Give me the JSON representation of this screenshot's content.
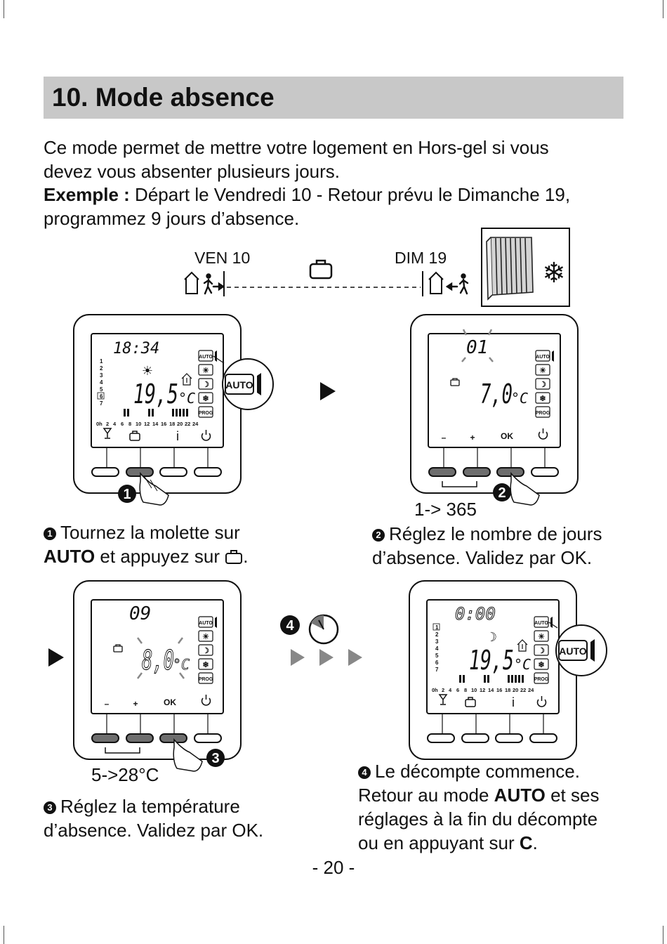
{
  "title": "10. Mode absence",
  "intro": {
    "line1": "Ce mode permet de mettre votre logement en Hors-gel si vous",
    "line2": "devez vous absenter plusieurs jours.",
    "example_label": "Exemple :",
    "example_text": " Départ le Vendredi 10 - Retour prévu le Dimanche 19,",
    "line4": "programmez 9 jours d’absence."
  },
  "timeline": {
    "start": "VEN 10",
    "end": "DIM 19"
  },
  "display": {
    "mode_buttons": [
      "AUTO",
      "☀",
      "☽",
      "❄",
      "PROG"
    ],
    "day_numbers": [
      "1",
      "2",
      "3",
      "4",
      "5",
      "6",
      "7"
    ],
    "hour_ticks": [
      "0h",
      "2",
      "4",
      "6",
      "8",
      "10",
      "12",
      "14",
      "16",
      "18",
      "20",
      "22",
      "24"
    ],
    "zoom_label": "AUTO",
    "key_minus": "–",
    "key_plus": "+",
    "key_ok": "OK",
    "key_info": "i"
  },
  "screens": {
    "s1": {
      "time": "18:34",
      "temp": "19,5",
      "unit": "°C"
    },
    "s2": {
      "value": "01",
      "temp": "7,0",
      "unit": "°C"
    },
    "s3": {
      "value": "09",
      "temp": "8,0",
      "unit": "°C"
    },
    "s4": {
      "time": "0:00",
      "temp": "19,5",
      "unit": "°C"
    }
  },
  "steps": {
    "badge1": "1",
    "badge2": "2",
    "badge3": "3",
    "badge4": "4",
    "bullet1": "1",
    "bullet2": "2",
    "bullet3": "3",
    "bullet4": "4",
    "range2": "1-> 365",
    "range3": "5->28°C",
    "step1_a": "Tournez la molette sur",
    "step1_bold": "AUTO",
    "step1_b": " et appuyez sur ",
    "step1_end": ".",
    "step2_a": "Réglez le nombre de jours",
    "step2_b": "d’absence. Validez par OK.",
    "step3_a": "Réglez la température",
    "step3_b": "d’absence. Validez par OK.",
    "step4_a": "Le décompte commence.",
    "step4_b1": "Retour au mode ",
    "step4_bold1": "AUTO",
    "step4_b2": " et ses",
    "step4_c": "réglages à la fin du décompte",
    "step4_d1": "ou en appuyant sur ",
    "step4_bold2": "C",
    "step4_d2": "."
  },
  "page_number": "- 20 -",
  "colors": {
    "title_bar": "#c8c8c8",
    "button_dark": "#6e6e6e",
    "ink": "#111111"
  }
}
